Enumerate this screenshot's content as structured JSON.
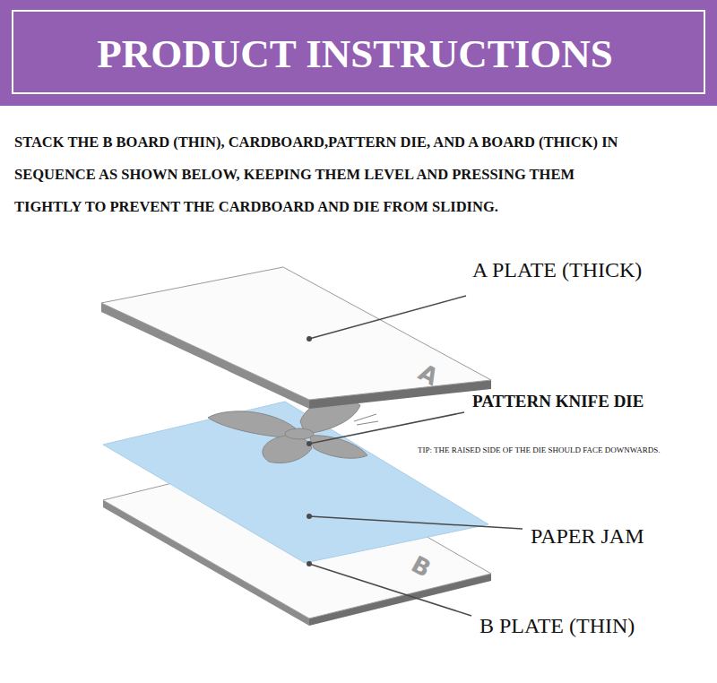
{
  "diagram": {
    "title": "PRODUCT INSTRUCTIONS",
    "labels": [
      "STACK THE B BOARD (THIN), CARDBOARD,PATTERN DIE, AND A BOARD (THICK) IN SEQUENCE AS SHOWN BELOW, KEEPING THEM LEVEL AND PRESSING THEM TIGHTLY TO PREVENT THE CARDBOARD AND DIE FROM SLIDING.",
      "A PLATE (THICK)",
      "A",
      "PATTERN KNIFE DIE",
      "TIP: THE RAISED SIDE OF THE DIE SHOULD FACE DOWNWARDS.",
      "PAPER JAM",
      "B",
      "B PLATE (THIN)"
    ]
  }
}
